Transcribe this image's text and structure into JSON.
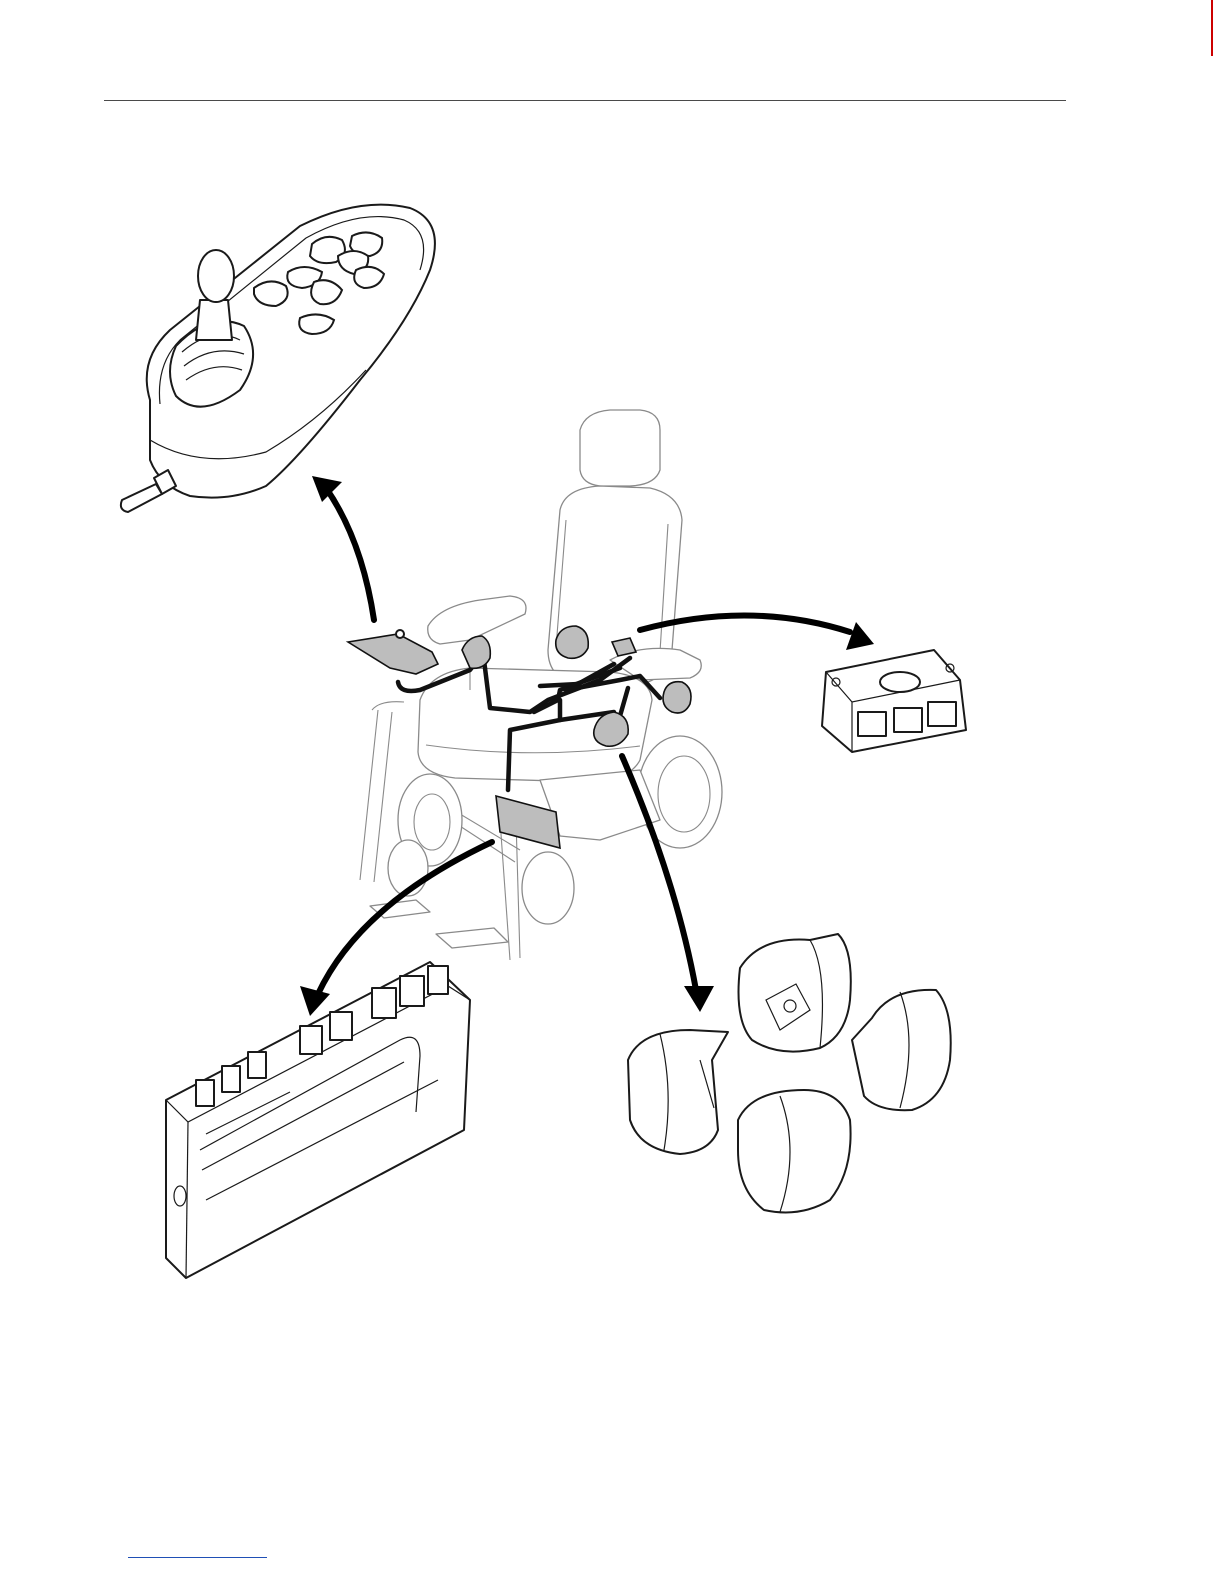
{
  "colors": {
    "line": "#1a1a1a",
    "highlight": "#bdbdbd",
    "chair_outline": "#8a8a8a",
    "edge_marker": "#cc0000",
    "footer_link": "#1f4fb5"
  },
  "components": [
    {
      "id": "joystick-remote",
      "icon": "joystick-remote-icon"
    },
    {
      "id": "actuator-module",
      "icon": "module-box-icon"
    },
    {
      "id": "power-module",
      "icon": "power-module-icon"
    },
    {
      "id": "switch-covers",
      "icon": "switch-cover-icon"
    }
  ]
}
